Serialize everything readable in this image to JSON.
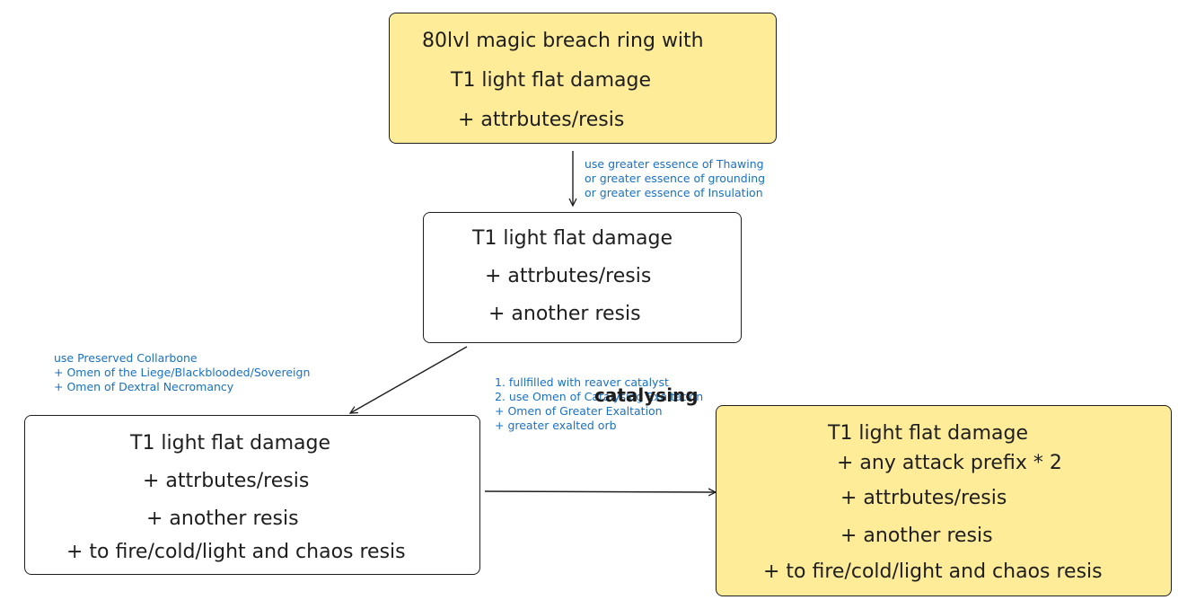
{
  "colors": {
    "stroke": "#1e1e1e",
    "note": "#1971c2",
    "yellow_fill": "#ffec99"
  },
  "nodes": {
    "start": {
      "lines": [
        "80lvl magic breach ring with",
        "T1 light flat damage",
        "+ attrbutes/resis"
      ]
    },
    "step2": {
      "lines": [
        "T1 light flat damage",
        "+ attrbutes/resis",
        "+ another resis"
      ]
    },
    "step3": {
      "lines": [
        "T1 light flat damage",
        "+ attrbutes/resis",
        "+ another resis",
        "+ to fire/cold/light and chaos resis"
      ]
    },
    "final": {
      "lines": [
        "T1 light flat damage",
        "+ any attack prefix * 2",
        "+ attrbutes/resis",
        "+ another resis",
        "+ to fire/cold/light and chaos resis"
      ]
    }
  },
  "notes": {
    "essence": [
      "use greater essence of Thawing",
      "or greater essence of grounding",
      "or greater essence of Insulation"
    ],
    "collarbone": [
      "use Preserved Collarbone",
      "+ Omen of the Liege/Blackblooded/Sovereign",
      "+ Omen of Dextral Necromancy"
    ],
    "exalt": [
      "1. fullfilled with reaver catalyst",
      "2. use Omen of Catalysing Exaltation",
      "+ Omen of Greater Exaltation",
      "+ greater exalted orb"
    ]
  },
  "overlay_word": "catalysing"
}
